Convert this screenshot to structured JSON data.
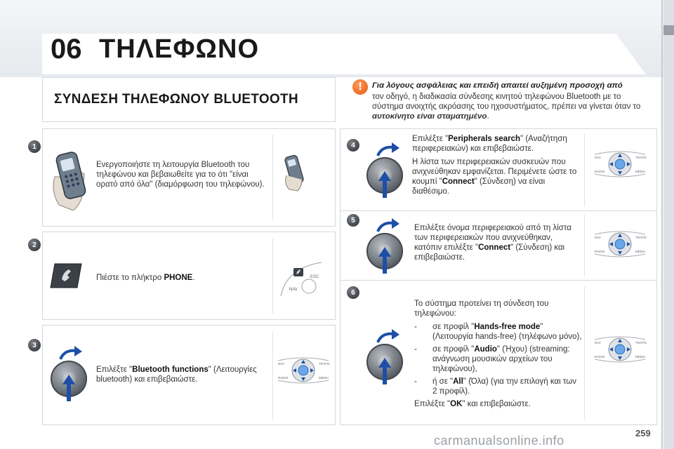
{
  "header": {
    "chapter_number": "06",
    "chapter_title": "ΤΗΛΕΦΩΝΟ"
  },
  "section": {
    "title": "ΣΥΝΔΕΣΗ ΤΗΛΕΦΩΝΟΥ BLUETOOTH"
  },
  "warning": {
    "icon": "!",
    "title": "Για λόγους ασφάλειας και επειδή απαιτεί αυξημένη προσοχή από",
    "text_1": "τον οδηγό, η διαδικασία σύνδεσης κινητού τηλεφώνου Bluetooth με το σύστημα ανοιχτής ακρόασης του ηχοσυστήματος, πρέπει να γίνεται όταν το ",
    "text_bold": "αυτοκίνητο είναι σταματημένο",
    "text_end": "."
  },
  "steps": {
    "s1": {
      "number": "1",
      "text": "Ενεργοποιήστε τη λειτουργία Bluetooth του τηλεφώνου και βεβαιωθείτε για το ότι \"είναι ορατό από όλα\" (διαμόρφωση του τηλεφώνου)."
    },
    "s2": {
      "number": "2",
      "text_pre": "Πιέστε το πλήκτρο ",
      "text_bold": "PHONE",
      "text_post": ".",
      "panel_label_1": "ESC",
      "panel_label_2": "NAV"
    },
    "s3": {
      "number": "3",
      "text_pre": "Επιλέξτε \"",
      "text_bold": "Bluetooth functions",
      "text_post": "\" (Λειτουργίες bluetooth) και επιβεβαιώστε."
    },
    "s4": {
      "number": "4",
      "p1_pre": "Επιλέξτε \"",
      "p1_bold": "Peripherals search",
      "p1_post": "\" (Αναζήτηση περιφερειακών) και επιβεβαιώστε.",
      "p2_pre": "Η λίστα των περιφερειακών συσκευών που ανιχνεύθηκαν εμφανίζεται. Περιμένετε ώστε το κουμπί \"",
      "p2_bold": "Connect",
      "p2_post": "\" (Σύνδεση) να είναι διαθέσιμο."
    },
    "s5": {
      "number": "5",
      "text_pre": "Επιλέξτε όνομα περιφερειακού από τη λίστα των περιφερειακών που ανιχνεύθηκαν, κατόπιν επιλέξτε \"",
      "text_bold": "Connect",
      "text_post": "\" (Σύνδεση) και επιβεβαιώστε."
    },
    "s6": {
      "number": "6",
      "intro": "Το σύστημα προτείνει τη σύνδεση του τηλεφώνου:",
      "b1_pre": "σε προφίλ \"",
      "b1_bold": "Hands-free mode",
      "b1_post": "\" (Λειτουργία hands-free) (τηλέφωνο μόνο),",
      "b2_pre": "σε προφίλ \"",
      "b2_bold": "Audio",
      "b2_post": "\" (Ήχου) (streaming: ανάγνωση μουσικών αρχείων του τηλεφώνου),",
      "b3_pre": "ή σε \"",
      "b3_bold": "All",
      "b3_post": "\" (Όλα) (για την επιλογή και των 2 προφίλ).",
      "dash": "-",
      "end_pre": "Επιλέξτε \"",
      "end_bold": "OK",
      "end_post": "\" και επιβεβαιώστε."
    }
  },
  "controls": {
    "nav": "NAV",
    "trafic": "TRAFIC",
    "radio": "RADIO",
    "media": "MEDIA"
  },
  "footer": {
    "page_number": "259",
    "watermark": "carmanualsonline.info"
  }
}
